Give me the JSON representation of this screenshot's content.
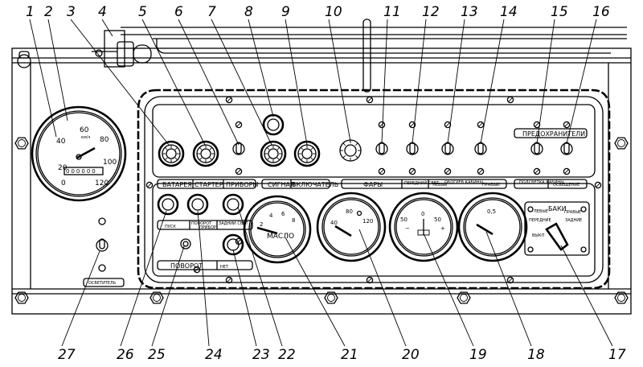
{
  "callouts": [
    "1",
    "2",
    "3",
    "4",
    "5",
    "6",
    "7",
    "8",
    "9",
    "10",
    "11",
    "12",
    "13",
    "14",
    "15",
    "16",
    "17",
    "18",
    "19",
    "20",
    "21",
    "22",
    "23",
    "24",
    "25",
    "26",
    "27"
  ],
  "labels": {
    "battery": "БАТАРЕЯ",
    "starter": "СТАРТЕР",
    "instruments": "ПРИБОРЫ",
    "signal": "СИГНАЛ",
    "switch": "ВКЛЮЧАТЕЛЬ",
    "headlights": "ФАРЫ",
    "fuses": "ПРЕДОХРАНИТЕЛИ",
    "oil": "МАСЛО",
    "turn": "ПОВОРОТ",
    "tanks": "БАКИ",
    "illuminator": "ОСВЕТИТЕЛЬ",
    "lighting": "ОСВЕЩЕНИЕ",
    "left": "ЛЕВЫЙ",
    "right": "ПРАВЫЙ",
    "cab_heater": "ОБОГРЕВ КАБИНЫ",
    "front_light": "ПЕРЕДНИЙ СВЕТ",
    "cab_light": "ПОДСВЕТКА КАБИНЫ",
    "speedo_unit": "км/ч",
    "pusk": "ПУСК",
    "turn_small": "ПОВОРОТ",
    "pribor": "ПРИБОР",
    "rear_light": "ЗАДНИЙ СВЕТ",
    "no_light": "НЕТ",
    "tank_left": "ЛЕВЫЕ",
    "tank_right": "ПРАВЫЕ",
    "tank_front": "ПЕРЕДНИЕ",
    "tank_rear": "ЗАДНИЕ",
    "tank_off": "ВЫКЛ"
  },
  "speedometer": {
    "ticks": [
      "20",
      "40",
      "60",
      "80",
      "100",
      "120"
    ],
    "zero": "0",
    "odometer": "000000"
  },
  "temp_gauge": {
    "ticks": [
      "40",
      "80",
      "120"
    ]
  },
  "ammeter": {
    "ticks": [
      "50",
      "0",
      "50"
    ],
    "minus": "−",
    "plus": "+"
  },
  "fuel_gauge": {
    "ticks": [
      "0,5"
    ]
  },
  "oil_gauge": {
    "ticks": [
      "2",
      "4",
      "6",
      "8"
    ]
  }
}
